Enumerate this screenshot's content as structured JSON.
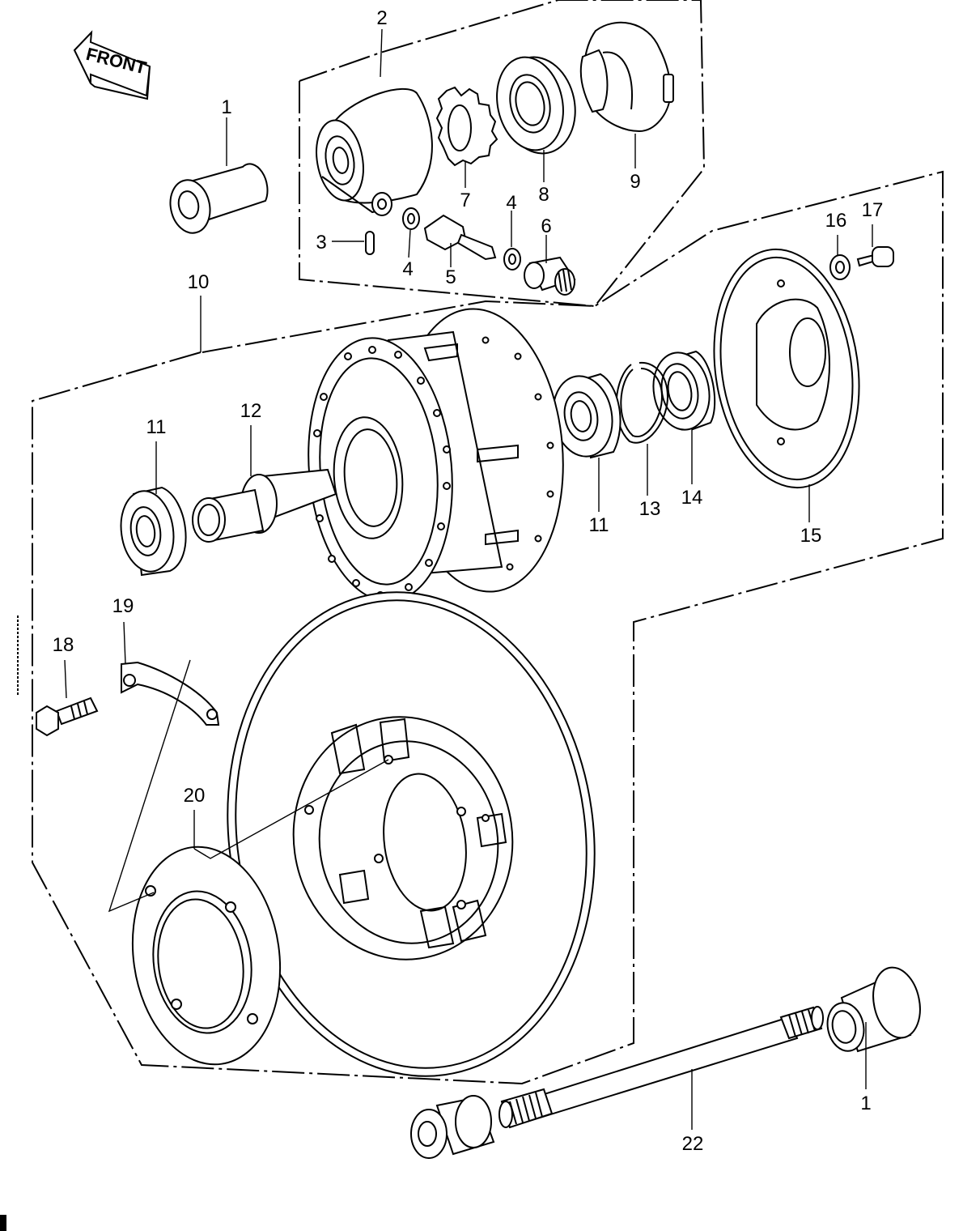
{
  "diagram": {
    "direction_arrow": {
      "text": "FRONT"
    },
    "labels": [
      {
        "id": "1a",
        "text": "1"
      },
      {
        "id": "2",
        "text": "2"
      },
      {
        "id": "3",
        "text": "3"
      },
      {
        "id": "4a",
        "text": "4"
      },
      {
        "id": "4b",
        "text": "4"
      },
      {
        "id": "5",
        "text": "5"
      },
      {
        "id": "6",
        "text": "6"
      },
      {
        "id": "7",
        "text": "7"
      },
      {
        "id": "8",
        "text": "8"
      },
      {
        "id": "9",
        "text": "9"
      },
      {
        "id": "10",
        "text": "10"
      },
      {
        "id": "11a",
        "text": "11"
      },
      {
        "id": "11b",
        "text": "11"
      },
      {
        "id": "12",
        "text": "12"
      },
      {
        "id": "13",
        "text": "13"
      },
      {
        "id": "14",
        "text": "14"
      },
      {
        "id": "15",
        "text": "15"
      },
      {
        "id": "16",
        "text": "16"
      },
      {
        "id": "17",
        "text": "17"
      },
      {
        "id": "18",
        "text": "18"
      },
      {
        "id": "19",
        "text": "19"
      },
      {
        "id": "20",
        "text": "20"
      },
      {
        "id": "22",
        "text": "22"
      },
      {
        "id": "1b",
        "text": "1"
      }
    ]
  }
}
